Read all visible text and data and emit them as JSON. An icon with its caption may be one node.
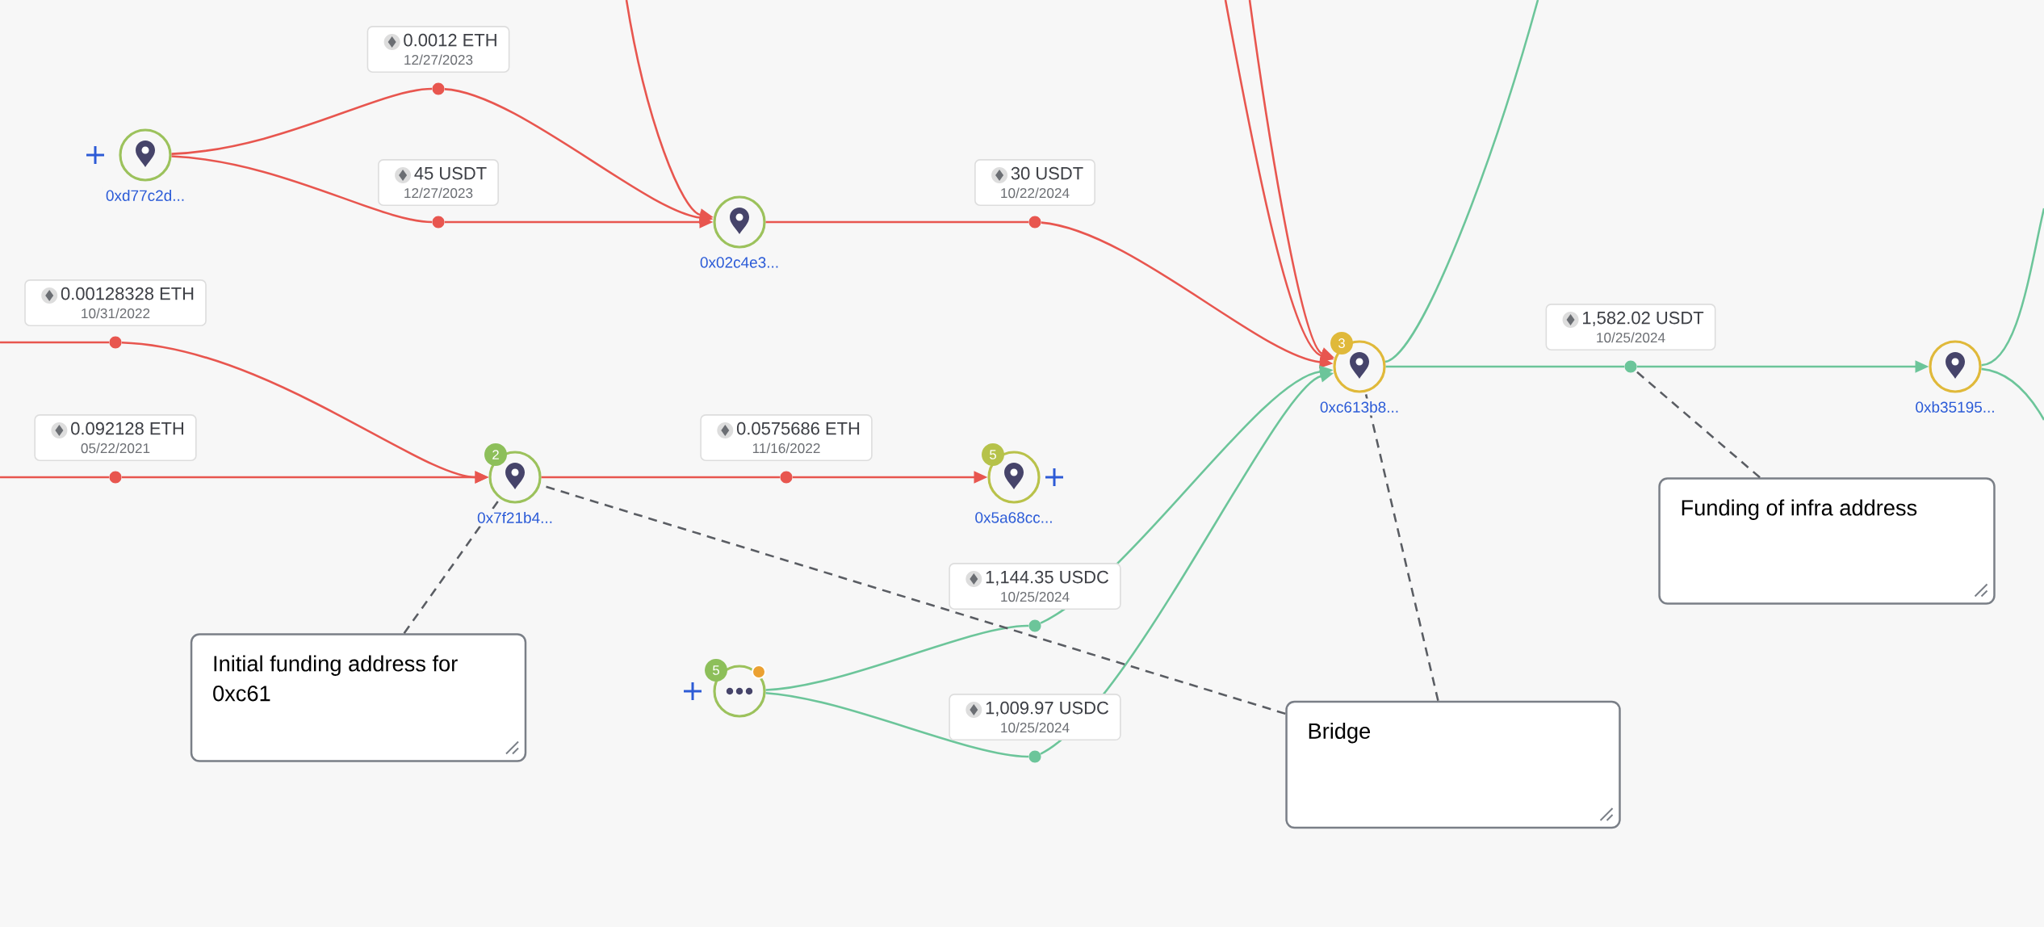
{
  "diagram": {
    "nodes": [
      {
        "text": [],
        "shape": "circle",
        "beside": [
          "0xd77c2d..."
        ]
      },
      {
        "text": [],
        "shape": "circle",
        "beside": [
          "0.0012 ETH",
          "12/27/2023"
        ]
      },
      {
        "text": [],
        "shape": "circle",
        "beside": [
          "45 USDT",
          "12/27/2023"
        ]
      },
      {
        "text": [],
        "shape": "circle",
        "beside": [
          "0x02c4e3..."
        ]
      },
      {
        "text": [],
        "shape": "circle",
        "beside": [
          "30 USDT",
          "10/22/2024"
        ]
      },
      {
        "text": [],
        "shape": "circle",
        "beside": [
          "0.00128328 ETH",
          "10/31/2022"
        ]
      },
      {
        "text": [],
        "shape": "circle",
        "beside": [
          "0xc613b8..."
        ]
      },
      {
        "text": [],
        "shape": "circle",
        "beside": [
          "1,582.02 USDT",
          "10/25/2024"
        ]
      },
      {
        "text": [],
        "shape": "circle",
        "beside": [
          "0xb35195..."
        ]
      },
      {
        "text": [],
        "shape": "circle",
        "beside": [
          "0.092128 ETH",
          "05/22/2021"
        ]
      },
      {
        "text": [],
        "shape": "circle",
        "beside": [
          "0x7f21b4..."
        ]
      },
      {
        "text": [],
        "shape": "circle",
        "beside": [
          "0.0575686 ETH",
          "11/16/2022"
        ]
      },
      {
        "text": [],
        "shape": "circle",
        "beside": [
          "0x5a68cc..."
        ]
      },
      {
        "text": [
          "Funding of infra address"
        ]
      },
      {
        "text": [],
        "shape": "circle",
        "beside": [
          "1,144.35 USDC",
          "10/25/2024"
        ]
      },
      {
        "text": [
          "Initial funding address for 0xc61"
        ]
      },
      {
        "text": [],
        "shape": "circle"
      },
      {
        "text": [],
        "shape": "circle",
        "beside": [
          "1,009.97 USDC",
          "10/25/2024"
        ]
      },
      {
        "text": [
          "Bridge"
        ]
      }
    ],
    "edges": [
      {
        "from": null,
        "to": 5,
        "arrow": "none"
      },
      {
        "from": 5,
        "to": 10,
        "arrow": "to"
      },
      {
        "from": null,
        "to": 9,
        "arrow": "none"
      },
      {
        "from": 9,
        "to": 10,
        "arrow": "to"
      },
      {
        "from": 0,
        "to": 1,
        "arrow": "none"
      },
      {
        "from": 1,
        "to": 3,
        "arrow": "to"
      },
      {
        "from": 0,
        "to": 2,
        "arrow": "none"
      },
      {
        "from": 2,
        "to": 3,
        "arrow": "to"
      },
      {
        "from": null,
        "to": 3,
        "arrow": "to"
      },
      {
        "from": 3,
        "to": 4,
        "arrow": "none"
      },
      {
        "from": 4,
        "to": 6,
        "arrow": "to"
      },
      {
        "from": 10,
        "to": 11,
        "arrow": "none"
      },
      {
        "from": 11,
        "to": 12,
        "arrow": "to"
      },
      {
        "from": null,
        "to": 6,
        "arrow": "to"
      },
      {
        "from": null,
        "to": 6,
        "arrow": "to"
      },
      {
        "from": 16,
        "to": 14,
        "arrow": "none",
        "color": "#6cc59a"
      },
      {
        "from": 14,
        "to": 6,
        "arrow": "to",
        "color": "#6cc59a"
      },
      {
        "from": 16,
        "to": 17,
        "arrow": "none",
        "color": "#6cc59a"
      },
      {
        "from": 17,
        "to": 6,
        "arrow": "to",
        "color": "#6cc59a"
      },
      {
        "from": 6,
        "to": null,
        "arrow": "none",
        "color": "#6cc59a"
      },
      {
        "from": 6,
        "to": 7,
        "arrow": "none",
        "color": "#6cc59a"
      },
      {
        "from": 7,
        "to": 8,
        "arrow": "to",
        "color": "#6cc59a"
      },
      {
        "from": 8,
        "to": null,
        "arrow": "none",
        "color": "#6cc59a"
      },
      {
        "from": 8,
        "to": null,
        "arrow": "none",
        "color": "#6cc59a"
      },
      {
        "from": 15,
        "to": 10,
        "arrow": "none",
        "style": "dashed",
        "color": "#5a5d63"
      },
      {
        "from": 18,
        "to": 10,
        "arrow": "none",
        "style": "dashed",
        "color": "#5a5d63"
      },
      {
        "from": 18,
        "to": 6,
        "arrow": "none",
        "style": "dashed",
        "color": "#5a5d63"
      },
      {
        "from": 13,
        "to": 7,
        "arrow": "none",
        "style": "dashed",
        "color": "#5a5d63"
      }
    ],
    "labels": [
      "2",
      "5",
      "5",
      "3"
    ]
  }
}
